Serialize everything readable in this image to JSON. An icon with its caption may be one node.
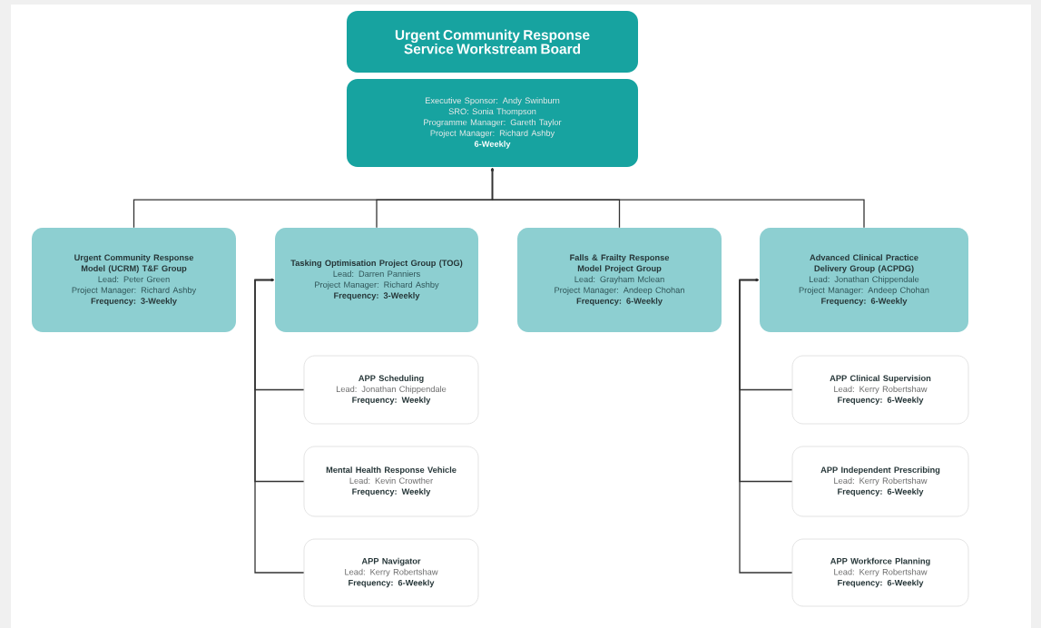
{
  "diagram": {
    "nodes": [
      {
        "text": [
          "Urgent Community Response Service Workstream Board"
        ]
      },
      {
        "text": [
          "Executive Sponsor: Andy Swinburn",
          "SRO: Sonia Thompson",
          "Programme Manager: Gareth Taylor",
          "Project Manager: Richard Ashby",
          "6-Weekly"
        ]
      },
      {
        "text": [
          "Urgent Community Response Model (UCRM) T&F Group",
          "Lead: Peter Green",
          "Project Manager: Richard Ashby",
          "Frequency: 3-Weekly"
        ]
      },
      {
        "text": [
          "Tasking Optimisation Project Group (TOG)",
          "Lead: Darren Panniers",
          "Project Manager: Richard Ashby",
          "Frequency: 3-Weekly"
        ]
      },
      {
        "text": [
          "Falls & Frailty Response Model Project Group",
          "Lead: Grayham Mclean",
          "Project Manager: Andeep Chohan",
          "Frequency: 6-Weekly"
        ]
      },
      {
        "text": [
          "Advanced Clinical Practice Delivery Group (ACPDG)",
          "Lead: Jonathan Chippendale",
          "Project Manager: Andeep Chohan",
          "Frequency: 6-Weekly"
        ]
      },
      {
        "text": [
          "APP Scheduling",
          "Lead: Jonathan Chippendale",
          "Frequency: Weekly"
        ]
      },
      {
        "text": [
          "Mental Health Response Vehicle",
          "Lead: Kevin Crowther",
          "Frequency: Weekly"
        ]
      },
      {
        "text": [
          "APP Navigator",
          "Lead: Kerry Robertshaw",
          "Frequency: 6-Weekly"
        ]
      },
      {
        "text": [
          "APP Clinical Supervision",
          "Lead: Kerry Robertshaw",
          "Frequency: 6-Weekly"
        ]
      },
      {
        "text": [
          "APP Independent Prescribing",
          "Lead: Kerry Robertshaw",
          "Frequency: 6-Weekly"
        ]
      },
      {
        "text": [
          "APP Workforce Planning",
          "Lead: Kerry Robertshaw",
          "Frequency: 6-Weekly"
        ]
      }
    ],
    "edges": [
      {
        "from": 2,
        "to": 1,
        "arrow": "to"
      },
      {
        "from": 3,
        "to": 1,
        "arrow": "to"
      },
      {
        "from": 4,
        "to": 1,
        "arrow": "to"
      },
      {
        "from": 5,
        "to": 1,
        "arrow": "to"
      },
      {
        "from": 6,
        "to": 3,
        "arrow": "to"
      },
      {
        "from": 7,
        "to": 3,
        "arrow": "to"
      },
      {
        "from": 8,
        "to": 3,
        "arrow": "to"
      },
      {
        "from": 9,
        "to": 5,
        "arrow": "to"
      },
      {
        "from": 10,
        "to": 5,
        "arrow": "to"
      },
      {
        "from": 11,
        "to": 5,
        "arrow": "to"
      }
    ]
  }
}
